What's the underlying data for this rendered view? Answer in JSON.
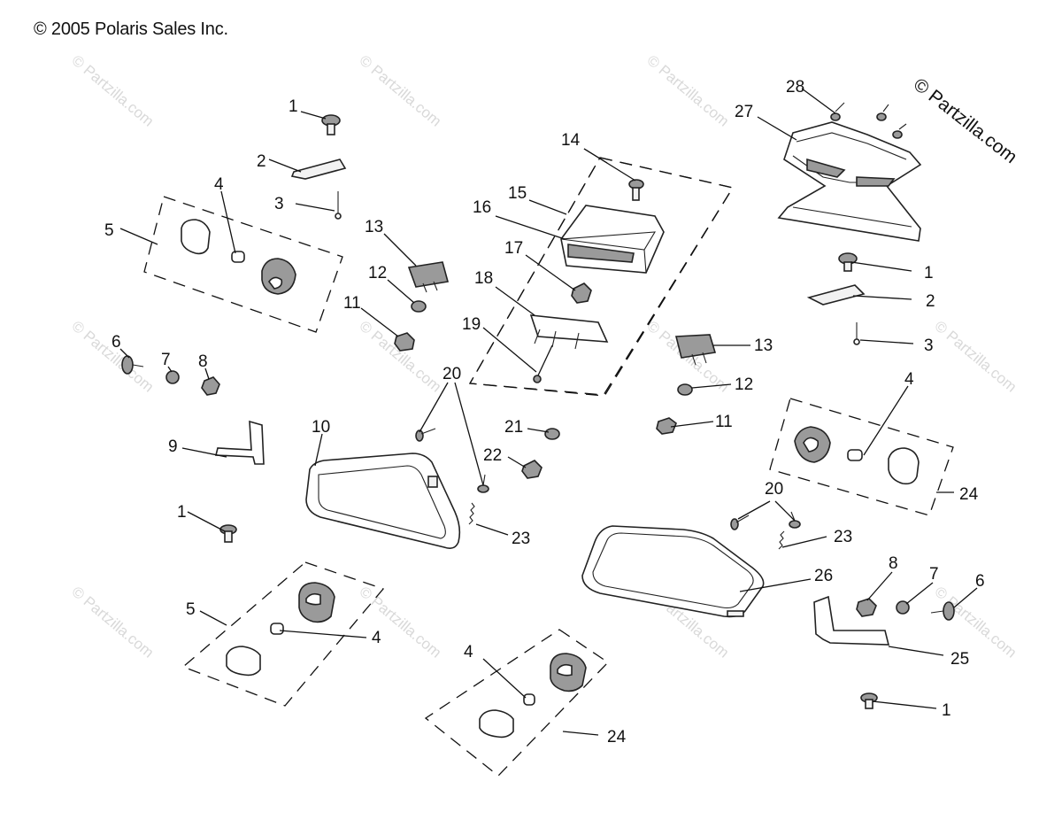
{
  "copyright": "© 2005 Polaris Sales Inc.",
  "brand_watermark": "© Partzilla.com",
  "watermark_text": "© Partzilla.com",
  "callouts": [
    "1",
    "2",
    "3",
    "4",
    "5",
    "6",
    "7",
    "8",
    "9",
    "10",
    "11",
    "12",
    "13",
    "14",
    "15",
    "16",
    "17",
    "18",
    "19",
    "20",
    "21",
    "22",
    "23",
    "24",
    "25",
    "26",
    "27",
    "28"
  ]
}
